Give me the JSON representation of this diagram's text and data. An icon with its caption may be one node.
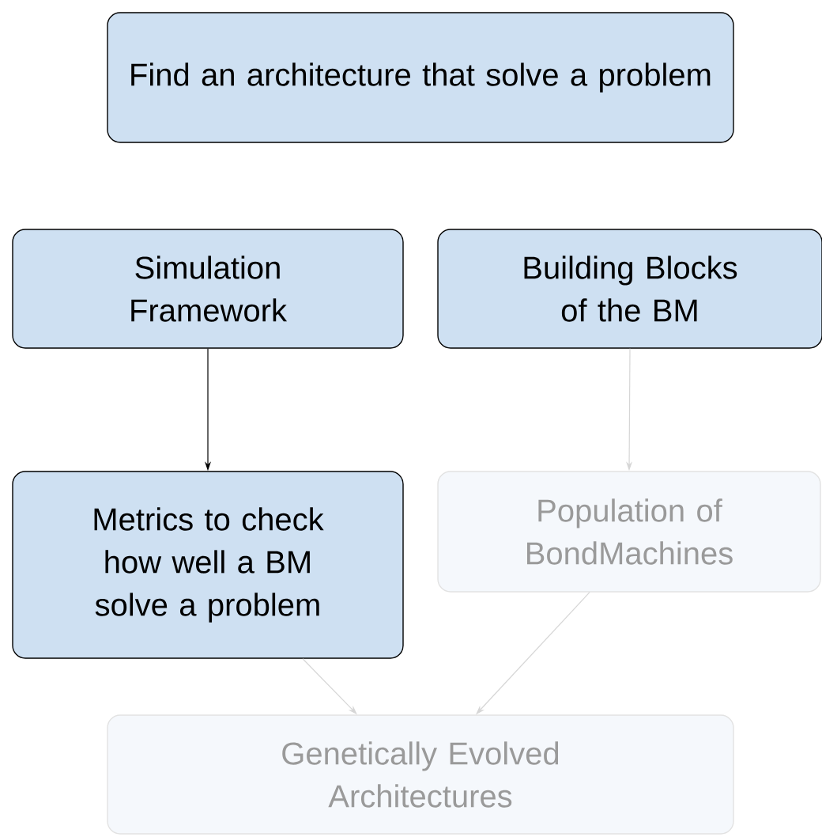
{
  "diagram": {
    "nodes": [
      {
        "text": [
          "Find an architecture that solve a problem"
        ]
      },
      {
        "text": [
          "Simulation Framework"
        ]
      },
      {
        "text": [
          "Building Blocks of the BM"
        ]
      },
      {
        "text": [
          "Metrics to check how well a BM solve a problem"
        ]
      },
      {
        "text": [
          "Population of BondMachines"
        ]
      },
      {
        "text": [
          "Genetically Evolved Architectures"
        ]
      }
    ],
    "edges": [
      {
        "from": 1,
        "to": 3,
        "arrow": "to",
        "color": "#000000"
      },
      {
        "from": 2,
        "to": 4,
        "arrow": "to"
      },
      {
        "from": 3,
        "to": 5,
        "arrow": "to"
      },
      {
        "from": 4,
        "to": 5,
        "arrow": "to"
      }
    ]
  }
}
